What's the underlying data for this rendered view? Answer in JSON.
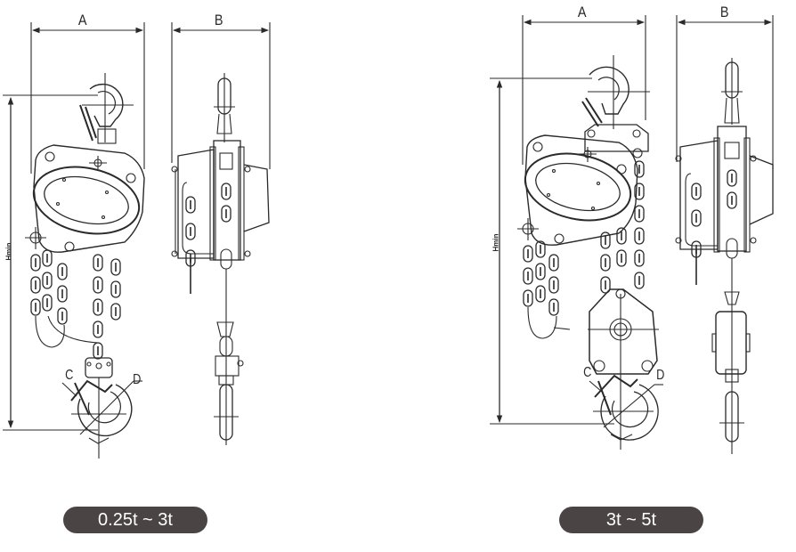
{
  "figures": [
    {
      "id": "small",
      "dimensions": {
        "width_front": "A",
        "width_side": "B",
        "height": "Hmin",
        "hook_throat": "C",
        "hook_diameter": "D"
      },
      "capacity_badge": "0.25t ~ 3t"
    },
    {
      "id": "large",
      "dimensions": {
        "width_front": "A",
        "width_side": "B",
        "height": "Hmin",
        "hook_throat": "C",
        "hook_diameter": "D"
      },
      "capacity_badge": "3t ~ 5t"
    }
  ],
  "colors": {
    "line": "#2a2a2a",
    "badge_bg": "#4a4544",
    "badge_text": "#ffffff",
    "background": "#ffffff"
  }
}
